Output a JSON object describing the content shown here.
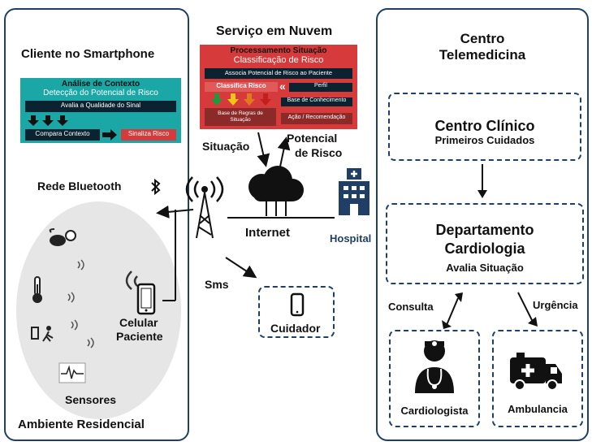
{
  "cloud_service": {
    "title": "Serviço em Nuvem",
    "panel_title": "Processamento Situação",
    "panel_subtitle": "Classificação de Risco",
    "row1": "Associa Potencial de Risco ao Paciente",
    "classify": "Classifica Risco",
    "profile": "Perfil",
    "knowledge_base": "Base de Conhecimento",
    "rules_base": "Base de Regras de Situação",
    "action": "Ação / Recomendação"
  },
  "smartphone_client": {
    "title": "Cliente no Smartphone",
    "panel_title": "Análise de Contexto",
    "panel_subtitle": "Detecção do Potencial de Risco",
    "signal": "Avalia a Qualidade do Sinal",
    "compare": "Compara Contexto",
    "flag": "Sinaliza Risco"
  },
  "labels": {
    "bluetooth": "Rede Bluetooth",
    "situacao": "Situação",
    "potencial": "Potencial",
    "de_risco": "de Risco",
    "internet": "Internet",
    "hospital": "Hospital",
    "sms": "Sms",
    "cuidador": "Cuidador",
    "celular": "Celular",
    "paciente": "Paciente",
    "sensores": "Sensores",
    "ambiente": "Ambiente Residencial"
  },
  "telemedicine": {
    "title_line1": "Centro",
    "title_line2": "Telemedicina",
    "clinic_title": "Centro Clínico",
    "clinic_sub": "Primeiros Cuidados",
    "dept_line1": "Departamento",
    "dept_line2": "Cardiologia",
    "dept_sub": "Avalia Situação",
    "consulta": "Consulta",
    "urgencia": "Urgência",
    "cardiologista": "Cardiologista",
    "ambulancia": "Ambulancia"
  },
  "colors": {
    "frame": "#1f3f66",
    "teal": "#1aa7a5",
    "red": "#d63a3a",
    "green": "#1e9a3c",
    "hospital_blue": "#1f3f66"
  }
}
